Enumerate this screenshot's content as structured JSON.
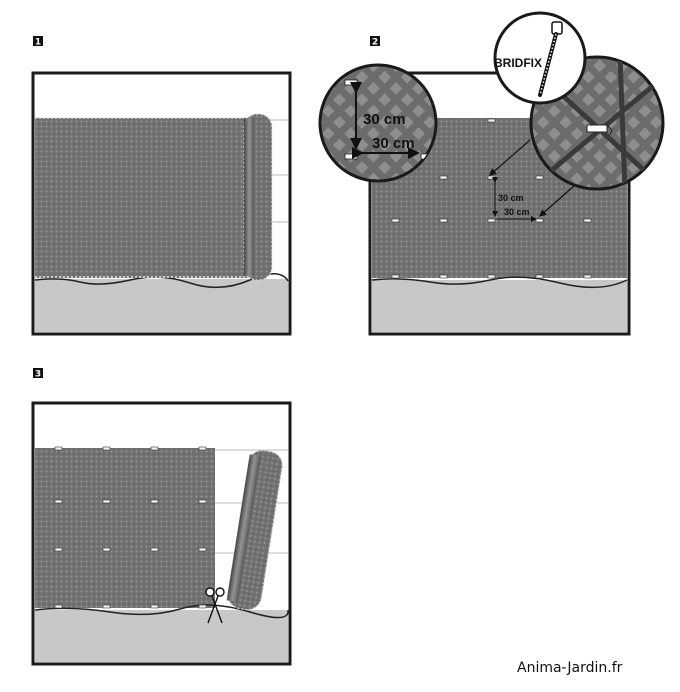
{
  "steps": [
    {
      "number": "1"
    },
    {
      "number": "2"
    },
    {
      "number": "3"
    }
  ],
  "callout": {
    "spacing_vertical": "30 cm",
    "spacing_horizontal": "30 cm",
    "tie_name": "BRIDFIX"
  },
  "panel2_labels": {
    "spacing_vertical": "30 cm",
    "spacing_horizontal": "30 cm"
  },
  "footer": {
    "credit": "Anima-Jardin.fr"
  },
  "colors": {
    "screen_fill": "#7a7a7a",
    "ground": "#c8c8c8",
    "outline": "#1a1a1a"
  }
}
